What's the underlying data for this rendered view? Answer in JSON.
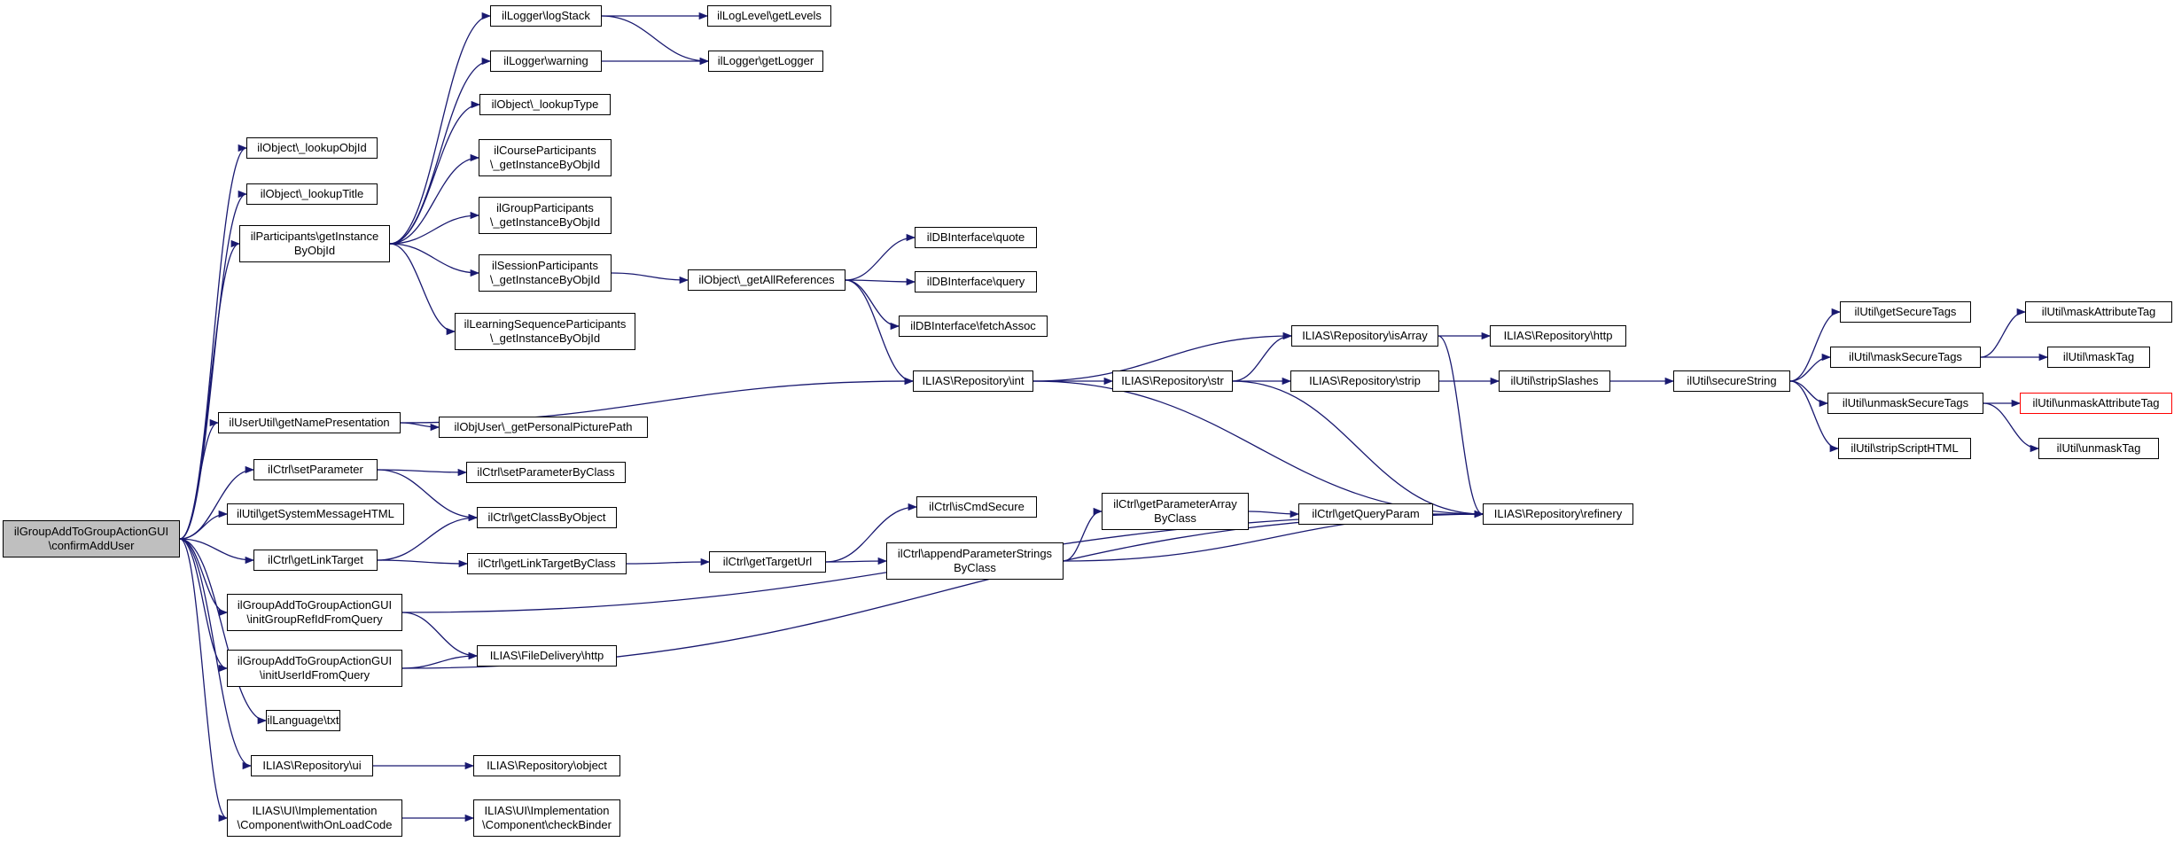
{
  "diagram": {
    "type": "call-graph",
    "colors": {
      "edge": "#191970",
      "node_border": "#000000",
      "root_fill": "#bfbfbf",
      "truncated_border": "#ff0000"
    },
    "nodes": [
      {
        "id": "n0",
        "label": "ilGroupAddToGroupActionGUI\n\\confirmAddUser",
        "root": true
      },
      {
        "id": "n1",
        "label": "ilObject\\_lookupObjId"
      },
      {
        "id": "n2",
        "label": "ilObject\\_lookupTitle"
      },
      {
        "id": "n3",
        "label": "ilParticipants\\getInstance\nByObjId"
      },
      {
        "id": "n4",
        "label": "ilUserUtil\\getNamePresentation"
      },
      {
        "id": "n5",
        "label": "ilCtrl\\setParameter"
      },
      {
        "id": "n6",
        "label": "ilUtil\\getSystemMessageHTML"
      },
      {
        "id": "n7",
        "label": "ilCtrl\\getLinkTarget"
      },
      {
        "id": "n8",
        "label": "ilGroupAddToGroupActionGUI\n\\initGroupRefIdFromQuery"
      },
      {
        "id": "n9",
        "label": "ilGroupAddToGroupActionGUI\n\\initUserIdFromQuery"
      },
      {
        "id": "n10",
        "label": "ilLanguage\\txt"
      },
      {
        "id": "n11",
        "label": "ILIAS\\Repository\\ui"
      },
      {
        "id": "n12",
        "label": "ILIAS\\UI\\Implementation\n\\Component\\withOnLoadCode"
      },
      {
        "id": "n13",
        "label": "ilLogger\\logStack"
      },
      {
        "id": "n14",
        "label": "ilLogger\\warning"
      },
      {
        "id": "n15",
        "label": "ilObject\\_lookupType"
      },
      {
        "id": "n16",
        "label": "ilCourseParticipants\n\\_getInstanceByObjId"
      },
      {
        "id": "n17",
        "label": "ilGroupParticipants\n\\_getInstanceByObjId"
      },
      {
        "id": "n18",
        "label": "ilSessionParticipants\n\\_getInstanceByObjId"
      },
      {
        "id": "n19",
        "label": "ilLearningSequenceParticipants\n\\_getInstanceByObjId"
      },
      {
        "id": "n20",
        "label": "ilObjUser\\_getPersonalPicturePath"
      },
      {
        "id": "n21",
        "label": "ilCtrl\\setParameterByClass"
      },
      {
        "id": "n22",
        "label": "ilCtrl\\getClassByObject"
      },
      {
        "id": "n23",
        "label": "ilCtrl\\getLinkTargetByClass"
      },
      {
        "id": "n24",
        "label": "ILIAS\\FileDelivery\\http"
      },
      {
        "id": "n25",
        "label": "ILIAS\\Repository\\object"
      },
      {
        "id": "n26",
        "label": "ILIAS\\UI\\Implementation\n\\Component\\checkBinder"
      },
      {
        "id": "n27",
        "label": "ilLogLevel\\getLevels"
      },
      {
        "id": "n28",
        "label": "ilLogger\\getLogger"
      },
      {
        "id": "n29",
        "label": "ilObject\\_getAllReferences"
      },
      {
        "id": "n30",
        "label": "ILIAS\\Repository\\int"
      },
      {
        "id": "n31",
        "label": "ilCtrl\\getTargetUrl"
      },
      {
        "id": "n32",
        "label": "ILIAS\\Repository\\refinery"
      },
      {
        "id": "n33",
        "label": "ilDBInterface\\quote"
      },
      {
        "id": "n34",
        "label": "ilDBInterface\\query"
      },
      {
        "id": "n35",
        "label": "ilDBInterface\\fetchAssoc"
      },
      {
        "id": "n36",
        "label": "ILIAS\\Repository\\isArray"
      },
      {
        "id": "n37",
        "label": "ILIAS\\Repository\\str"
      },
      {
        "id": "n38",
        "label": "ilCtrl\\isCmdSecure"
      },
      {
        "id": "n39",
        "label": "ilCtrl\\appendParameterStrings\nByClass"
      },
      {
        "id": "n40",
        "label": "ILIAS\\Repository\\http"
      },
      {
        "id": "n41",
        "label": "ILIAS\\Repository\\strip"
      },
      {
        "id": "n42",
        "label": "ilCtrl\\getParameterArray\nByClass"
      },
      {
        "id": "n43",
        "label": "ilUtil\\stripSlashes"
      },
      {
        "id": "n44",
        "label": "ilCtrl\\getQueryParam"
      },
      {
        "id": "n45",
        "label": "ilUtil\\secureString"
      },
      {
        "id": "n46",
        "label": "ilUtil\\getSecureTags"
      },
      {
        "id": "n47",
        "label": "ilUtil\\maskSecureTags"
      },
      {
        "id": "n48",
        "label": "ilUtil\\unmaskSecureTags"
      },
      {
        "id": "n49",
        "label": "ilUtil\\stripScriptHTML"
      },
      {
        "id": "n50",
        "label": "ilUtil\\maskAttributeTag"
      },
      {
        "id": "n51",
        "label": "ilUtil\\maskTag"
      },
      {
        "id": "n52",
        "label": "ilUtil\\unmaskAttributeTag",
        "truncated": true
      },
      {
        "id": "n53",
        "label": "ilUtil\\unmaskTag"
      }
    ],
    "edges": [
      [
        "n0",
        "n1"
      ],
      [
        "n0",
        "n2"
      ],
      [
        "n0",
        "n3"
      ],
      [
        "n0",
        "n4"
      ],
      [
        "n0",
        "n5"
      ],
      [
        "n0",
        "n6"
      ],
      [
        "n0",
        "n7"
      ],
      [
        "n0",
        "n8"
      ],
      [
        "n0",
        "n9"
      ],
      [
        "n0",
        "n10"
      ],
      [
        "n0",
        "n11"
      ],
      [
        "n0",
        "n12"
      ],
      [
        "n3",
        "n13"
      ],
      [
        "n3",
        "n14"
      ],
      [
        "n3",
        "n15"
      ],
      [
        "n3",
        "n16"
      ],
      [
        "n3",
        "n17"
      ],
      [
        "n3",
        "n18"
      ],
      [
        "n3",
        "n19"
      ],
      [
        "n13",
        "n27"
      ],
      [
        "n13",
        "n28"
      ],
      [
        "n14",
        "n28"
      ],
      [
        "n18",
        "n29"
      ],
      [
        "n29",
        "n33"
      ],
      [
        "n29",
        "n34"
      ],
      [
        "n29",
        "n35"
      ],
      [
        "n29",
        "n30"
      ],
      [
        "n4",
        "n30"
      ],
      [
        "n4",
        "n20"
      ],
      [
        "n30",
        "n36"
      ],
      [
        "n30",
        "n37"
      ],
      [
        "n30",
        "n32"
      ],
      [
        "n36",
        "n40"
      ],
      [
        "n36",
        "n32"
      ],
      [
        "n37",
        "n36"
      ],
      [
        "n37",
        "n41"
      ],
      [
        "n37",
        "n32"
      ],
      [
        "n41",
        "n43"
      ],
      [
        "n43",
        "n45"
      ],
      [
        "n45",
        "n46"
      ],
      [
        "n45",
        "n47"
      ],
      [
        "n45",
        "n48"
      ],
      [
        "n45",
        "n49"
      ],
      [
        "n47",
        "n50"
      ],
      [
        "n47",
        "n51"
      ],
      [
        "n48",
        "n52"
      ],
      [
        "n48",
        "n53"
      ],
      [
        "n5",
        "n21"
      ],
      [
        "n5",
        "n22"
      ],
      [
        "n7",
        "n22"
      ],
      [
        "n7",
        "n23"
      ],
      [
        "n23",
        "n31"
      ],
      [
        "n31",
        "n38"
      ],
      [
        "n31",
        "n39"
      ],
      [
        "n39",
        "n42"
      ],
      [
        "n39",
        "n32"
      ],
      [
        "n42",
        "n44"
      ],
      [
        "n44",
        "n32"
      ],
      [
        "n8",
        "n32"
      ],
      [
        "n8",
        "n24"
      ],
      [
        "n9",
        "n24"
      ],
      [
        "n9",
        "n32"
      ],
      [
        "n11",
        "n25"
      ],
      [
        "n12",
        "n26"
      ]
    ]
  }
}
